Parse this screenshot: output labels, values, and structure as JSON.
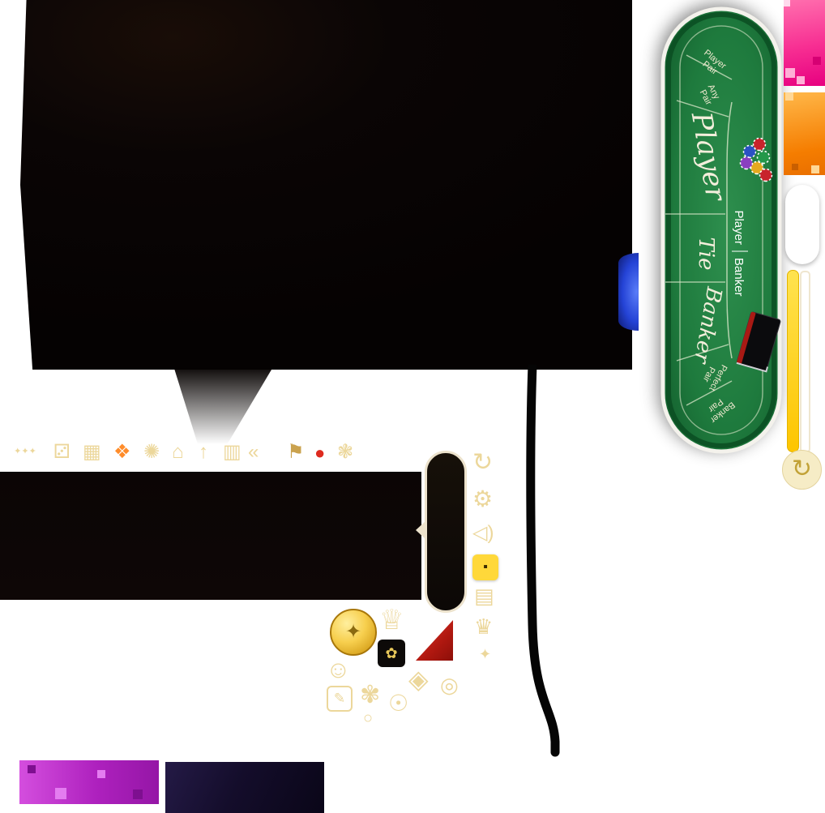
{
  "palette": {
    "gold_icon": "#ecd79b",
    "felt_green": "#1e7a3d",
    "felt_dark": "#0b4d22",
    "table_border": "#f4f2ec",
    "pink_bar": "#f72e92",
    "orange_bar": "#f57d00",
    "yellow_slider": "#fec500",
    "magenta_bar": "#ae21be",
    "navy_bar": "#140d2b",
    "red_wedge": "#b01810",
    "blue_tab": "#2443d6"
  },
  "table": {
    "player_pair": [
      "Player",
      "Pair"
    ],
    "any_pair": [
      "Any",
      "Pair"
    ],
    "player": "Player",
    "tie": "Tie",
    "banker": "Banker",
    "perfect_pair": [
      "Perfect",
      "Pair"
    ],
    "banker_pair": [
      "Banker",
      "Pair"
    ],
    "center_player": "Player",
    "center_banker": "Banker"
  },
  "toolbar": {
    "items": [
      {
        "name": "sparkles-icon",
        "glyph": "✦✦✦"
      },
      {
        "name": "dice-icon",
        "glyph": "⚂"
      },
      {
        "name": "grid-icon",
        "glyph": "▦"
      },
      {
        "name": "chip-icon",
        "glyph": "❖"
      },
      {
        "name": "burst-icon",
        "glyph": "✺"
      },
      {
        "name": "bank-icon",
        "glyph": "⌂"
      },
      {
        "name": "arrow-up-icon",
        "glyph": "↑"
      },
      {
        "name": "stats-icon",
        "glyph": "▥"
      },
      {
        "name": "chevrons-left-icon",
        "glyph": "«"
      },
      {
        "name": "flag-icon",
        "glyph": "⚑"
      },
      {
        "name": "pin-icon",
        "glyph": "●"
      },
      {
        "name": "pouch-icon",
        "glyph": "❃"
      }
    ]
  },
  "side_panel": {
    "items": [
      {
        "name": "refresh-icon",
        "glyph": "↻"
      },
      {
        "name": "settings-icon",
        "glyph": "⚙"
      },
      {
        "name": "sound-icon",
        "glyph": "◁)"
      },
      {
        "name": "confirm-icon",
        "glyph": "▪"
      },
      {
        "name": "chips-icon",
        "glyph": "▤"
      },
      {
        "name": "crown-icon",
        "glyph": "♛"
      },
      {
        "name": "sparkle-icon",
        "glyph": "✦"
      }
    ]
  },
  "floating": {
    "items": [
      {
        "name": "coin-icon",
        "glyph": "✦"
      },
      {
        "name": "trophy-icon",
        "glyph": "♕"
      },
      {
        "name": "gift-icon",
        "glyph": "✿"
      },
      {
        "name": "smiley-icon",
        "glyph": "☺"
      },
      {
        "name": "edit-icon",
        "glyph": "✎"
      },
      {
        "name": "flower-icon",
        "glyph": "✾"
      },
      {
        "name": "dot-icon",
        "glyph": "○"
      },
      {
        "name": "diamond-icon",
        "glyph": "◈"
      },
      {
        "name": "target-icon",
        "glyph": "◎"
      },
      {
        "name": "badge-icon",
        "glyph": "☉"
      }
    ]
  },
  "right_rail": {
    "swap_glyph": "↻"
  }
}
